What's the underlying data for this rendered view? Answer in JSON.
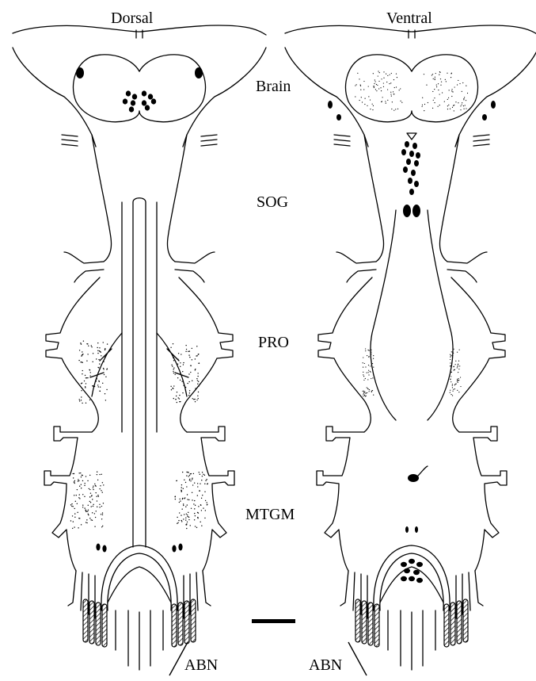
{
  "panels": {
    "dorsal_title": "Dorsal",
    "ventral_title": "Ventral"
  },
  "regions": {
    "brain": "Brain",
    "sog": "SOG",
    "pro": "PRO",
    "mtgm": "MTGM"
  },
  "abn_left": "ABN",
  "abn_right": "ABN",
  "colors": {
    "ink": "#000000",
    "paper": "#ffffff"
  },
  "figure_elements": [
    "dorsal-nervous-system-drawing",
    "ventral-nervous-system-drawing",
    "scale-bar"
  ]
}
